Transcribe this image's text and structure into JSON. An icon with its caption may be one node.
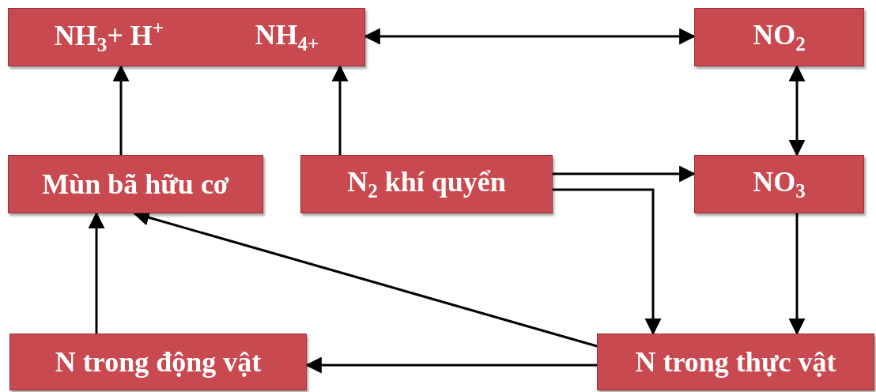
{
  "diagram": {
    "nodes": [
      {
        "text": [
          "NH$_{3}$+ H$^{+}$",
          "NH$_{4+}$"
        ]
      },
      {
        "text": [
          "NO$_{2}$"
        ]
      },
      {
        "text": [
          "Mùn bã hữu cơ"
        ]
      },
      {
        "text": [
          "N$_{2}$ khí quyển"
        ]
      },
      {
        "text": [
          "NO$_{3}$"
        ]
      },
      {
        "text": [
          "N trong động vật"
        ]
      },
      {
        "text": [
          "N trong thực vật"
        ]
      }
    ],
    "edges": [
      {
        "from": 0,
        "to": 1,
        "arrow": "both"
      },
      {
        "from": 1,
        "to": 4,
        "arrow": "both"
      },
      {
        "from": 2,
        "to": 0,
        "arrow": "to"
      },
      {
        "from": 3,
        "to": 0,
        "arrow": "to"
      },
      {
        "from": 3,
        "to": 4,
        "arrow": "to"
      },
      {
        "from": 3,
        "to": 6,
        "arrow": "to"
      },
      {
        "from": 4,
        "to": 6,
        "arrow": "to"
      },
      {
        "from": 6,
        "to": 2,
        "arrow": "to"
      },
      {
        "from": 6,
        "to": 5,
        "arrow": "to"
      },
      {
        "from": 5,
        "to": 2,
        "arrow": "to"
      }
    ]
  }
}
